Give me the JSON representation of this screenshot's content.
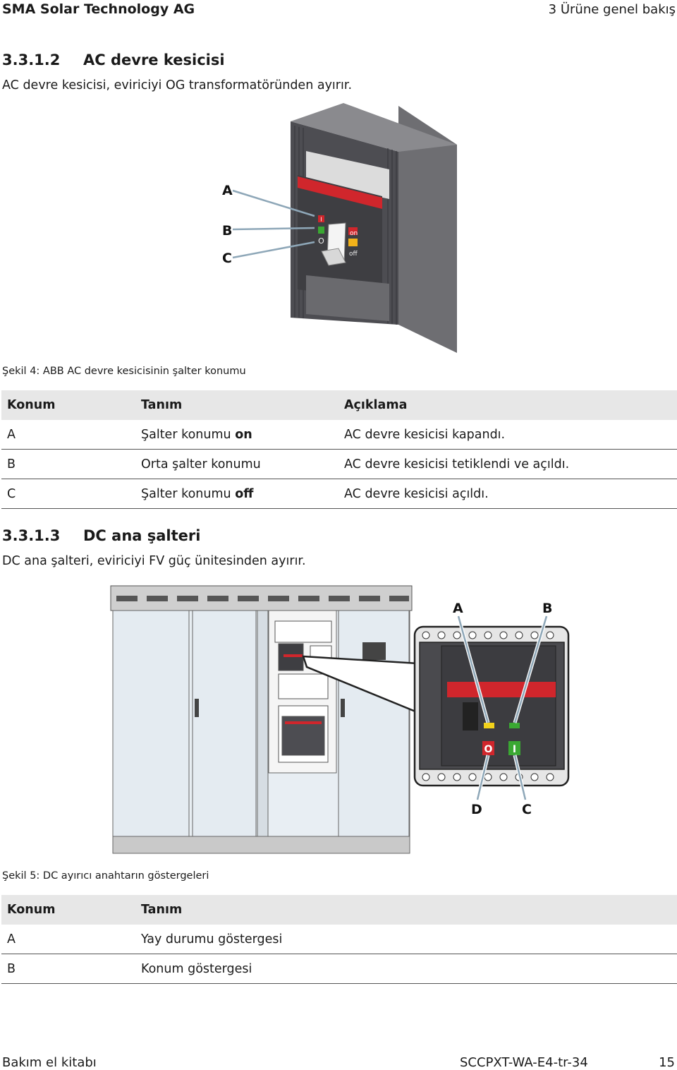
{
  "header": {
    "company": "SMA Solar Technology AG",
    "chapter": "3 Ürüne genel bakış"
  },
  "sec1": {
    "number": "3.3.1.2",
    "title": "AC devre kesicisi",
    "intro": "AC devre kesicisi, eviriciyi OG transformatöründen ayırır.",
    "figure": {
      "labels": {
        "a": "A",
        "b": "B",
        "c": "C"
      },
      "switch_on": "I",
      "switch_off": "O",
      "ind_on": "on",
      "ind_off": "off"
    },
    "caption": "Şekil 4: ABB AC devre kesicisinin şalter konumu",
    "table": {
      "headers": [
        "Konum",
        "Tanım",
        "Açıklama"
      ],
      "rows": [
        {
          "pos": "A",
          "def_pre": "Şalter konumu ",
          "def_bold": "on",
          "desc": "AC devre kesicisi kapandı."
        },
        {
          "pos": "B",
          "def_pre": "Orta şalter konumu",
          "def_bold": "",
          "desc": "AC devre kesicisi tetiklendi ve açıldı."
        },
        {
          "pos": "C",
          "def_pre": "Şalter konumu ",
          "def_bold": "off",
          "desc": "AC devre kesicisi açıldı."
        }
      ]
    }
  },
  "sec2": {
    "number": "3.3.1.3",
    "title": "DC ana şalteri",
    "intro": "DC ana şalteri, eviriciyi FV güç ünitesinden ayırır.",
    "figure": {
      "labels": {
        "a": "A",
        "b": "B",
        "c": "C",
        "d": "D"
      },
      "ind_o": "O",
      "ind_i": "I"
    },
    "caption": "Şekil 5: DC ayırıcı anahtarın göstergeleri",
    "table": {
      "headers": [
        "Konum",
        "Tanım"
      ],
      "rows": [
        {
          "pos": "A",
          "def": "Yay durumu göstergesi"
        },
        {
          "pos": "B",
          "def": "Konum göstergesi"
        }
      ]
    }
  },
  "footer": {
    "left": "Bakım el kitabı",
    "code": "SCCPXT-WA-E4-tr-34",
    "page": "15"
  },
  "colors": {
    "accent_red": "#d0262c",
    "indicator_green": "#3aa832",
    "indicator_yellow": "#f2d21a",
    "housing_dark": "#4a4a4e"
  }
}
